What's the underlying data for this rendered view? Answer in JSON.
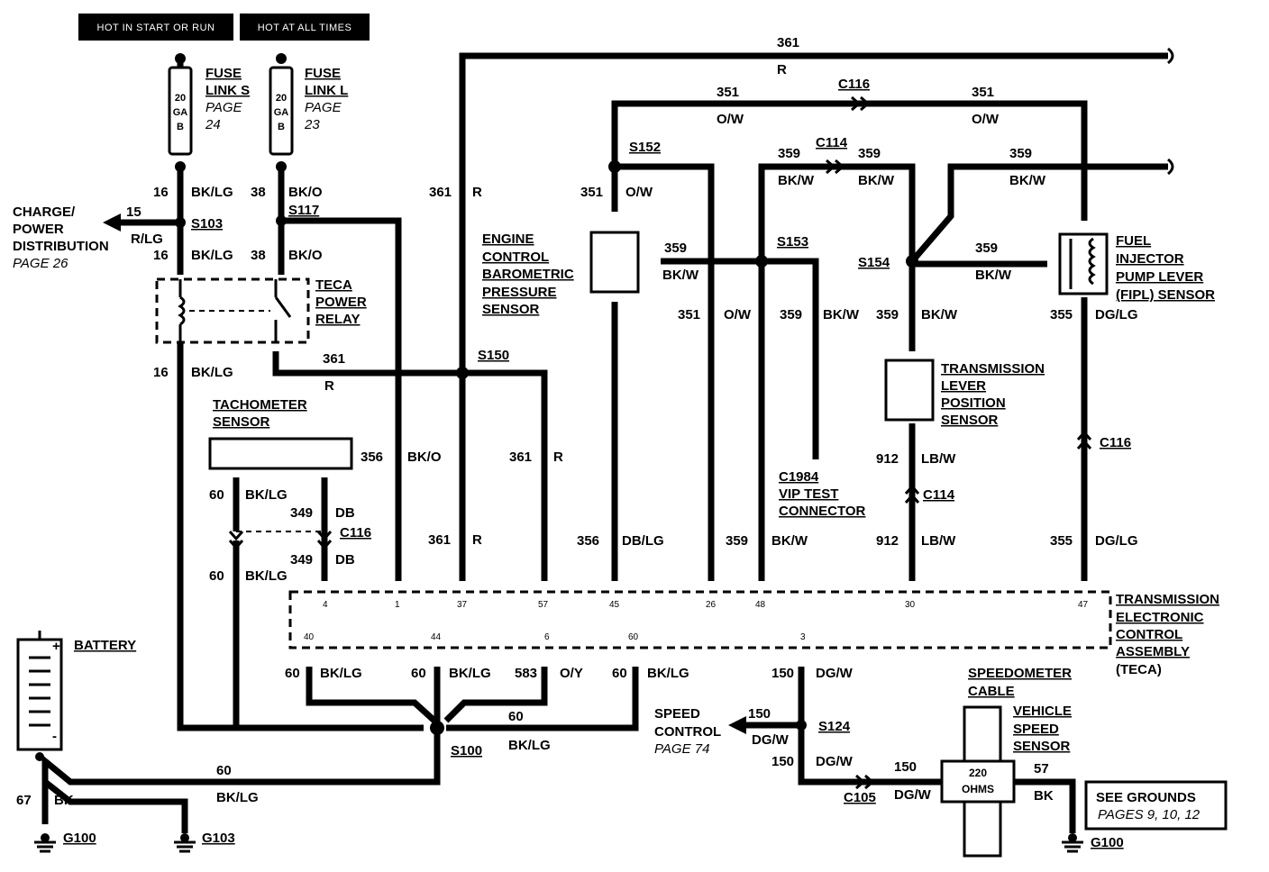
{
  "header": {
    "hot_start_run": "HOT IN START OR RUN",
    "hot_all_times": "HOT AT ALL TIMES"
  },
  "fuse_s": {
    "gauge1": "20",
    "gauge2": "GA",
    "gauge3": "B",
    "name1": "FUSE",
    "name2": "LINK S",
    "page1": "PAGE",
    "page2": "24"
  },
  "fuse_l": {
    "gauge1": "20",
    "gauge2": "GA",
    "gauge3": "B",
    "name1": "FUSE",
    "name2": "LINK L",
    "page1": "PAGE",
    "page2": "23"
  },
  "charge": {
    "l1": "CHARGE/",
    "l2": "POWER",
    "l3": "DISTRIBUTION",
    "page": "PAGE 26",
    "circuit": "15",
    "color": "R/LG"
  },
  "teca_relay": {
    "l1": "TECA",
    "l2": "POWER",
    "l3": "RELAY"
  },
  "tach": {
    "l1": "TACHOMETER",
    "l2": "SENSOR"
  },
  "ecbp": {
    "l1": "ENGINE",
    "l2": "CONTROL",
    "l3": "BAROMETRIC",
    "l4": "PRESSURE",
    "l5": "SENSOR"
  },
  "tlps": {
    "l1": "TRANSMISSION",
    "l2": "LEVER",
    "l3": "POSITION",
    "l4": "SENSOR"
  },
  "fipl": {
    "l1": "FUEL",
    "l2": "INJECTOR",
    "l3": "PUMP LEVER",
    "l4": "(FIPL) SENSOR"
  },
  "vip": {
    "l1": "C1984",
    "l2": "VIP TEST",
    "l3": "CONNECTOR"
  },
  "teca": {
    "l1": "TRANSMISSION",
    "l2": "ELECTRONIC",
    "l3": "CONTROL",
    "l4": "ASSEMBLY",
    "l5": "(TECA)"
  },
  "battery": {
    "label": "BATTERY",
    "plus": "+",
    "minus": "-"
  },
  "speed_control": {
    "l1": "SPEED",
    "l2": "CONTROL",
    "page": "PAGE 74"
  },
  "speedo": {
    "l1": "SPEEDOMETER",
    "l2": "CABLE",
    "v1": "VEHICLE",
    "v2": "SPEED",
    "v3": "SENSOR",
    "ohms1": "220",
    "ohms2": "OHMS"
  },
  "grounds_note": {
    "l1": "SEE GROUNDS",
    "l2": "PAGES 9, 10, 12"
  },
  "splices": {
    "s103": "S103",
    "s117": "S117",
    "s150": "S150",
    "s152": "S152",
    "s153": "S153",
    "s154": "S154",
    "s100": "S100",
    "s124": "S124"
  },
  "connectors": {
    "c116a": "C116",
    "c116b": "C116",
    "c116c": "C116",
    "c114a": "C114",
    "c114b": "C114",
    "c105": "C105"
  },
  "grounds": {
    "g100a": "G100",
    "g103": "G103",
    "g100b": "G100"
  },
  "pins": {
    "p4": "4",
    "p1": "1",
    "p37": "37",
    "p57": "57",
    "p45": "45",
    "p26": "26",
    "p48": "48",
    "p30": "30",
    "p47": "47",
    "p40": "40",
    "p44": "44",
    "p6": "6",
    "p60": "60",
    "p3": "3"
  },
  "wires": {
    "c16": "16",
    "bklg": "BK/LG",
    "c38": "38",
    "bko": "BK/O",
    "c361": "361",
    "r": "R",
    "c351": "351",
    "ow": "O/W",
    "c359": "359",
    "bkw": "BK/W",
    "c356": "356",
    "dblg": "DB/LG",
    "c60": "60",
    "c349": "349",
    "db": "DB",
    "c355": "355",
    "dglg": "DG/LG",
    "c912": "912",
    "lbw": "LB/W",
    "c583": "583",
    "oy": "O/Y",
    "c150": "150",
    "dgw": "DG/W",
    "c57": "57",
    "bk": "BK",
    "c67": "67"
  }
}
